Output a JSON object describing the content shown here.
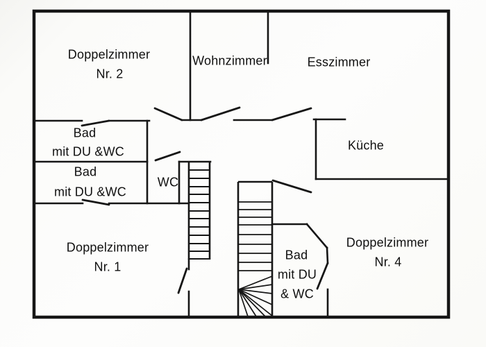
{
  "rooms": {
    "doppelzimmer2": {
      "line1": "Doppelzimmer",
      "line2": "Nr. 2"
    },
    "wohnzimmer": {
      "line1": "Wohnzimmer"
    },
    "esszimmer": {
      "line1": "Esszimmer"
    },
    "bad_og1": {
      "line1": "Bad",
      "line2": "mit DU &WC"
    },
    "bad_og2": {
      "line1": "Bad",
      "line2": "mit DU &WC"
    },
    "wc": {
      "line1": "WC"
    },
    "kueche": {
      "line1": "Küche"
    },
    "doppelzimmer1": {
      "line1": "Doppelzimmer",
      "line2": "Nr. 1"
    },
    "doppelzimmer4": {
      "line1": "Doppelzimmer",
      "line2": "Nr. 4"
    },
    "bad_eg": {
      "line1": "Bad",
      "line2": "mit DU",
      "line3": "& WC"
    }
  },
  "colors": {
    "wall": "#161616",
    "background": "#fbfbf9"
  }
}
